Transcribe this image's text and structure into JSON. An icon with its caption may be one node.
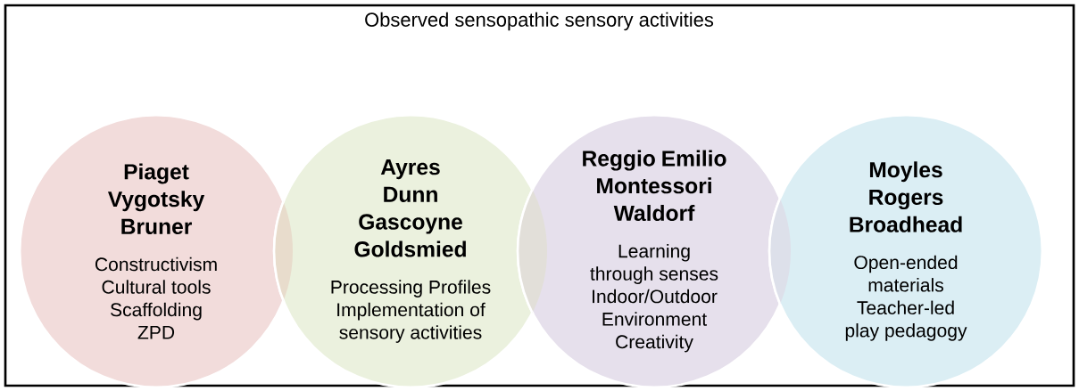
{
  "diagram": {
    "title": "Observed sensopathic sensory activities",
    "nodes": [
      {
        "text": [
          "Piaget",
          "Vygotsky",
          "Bruner",
          "Constructivism",
          "Cultural tools",
          "Scaffolding",
          "ZPD"
        ]
      },
      {
        "text": [
          "Ayres",
          "Dunn",
          "Gascoyne",
          "Goldsmied",
          "Processing Profiles",
          "Implementation of sensory activities"
        ]
      },
      {
        "text": [
          "Reggio Emilio",
          "Montessori",
          "Waldorf",
          "Learning through senses",
          "Indoor/Outdoor Environment",
          "Creativity"
        ]
      },
      {
        "text": [
          "Moyles",
          "Rogers",
          "Broadhead",
          "Open-ended materials",
          "Teacher-led play pedagogy"
        ]
      }
    ]
  }
}
